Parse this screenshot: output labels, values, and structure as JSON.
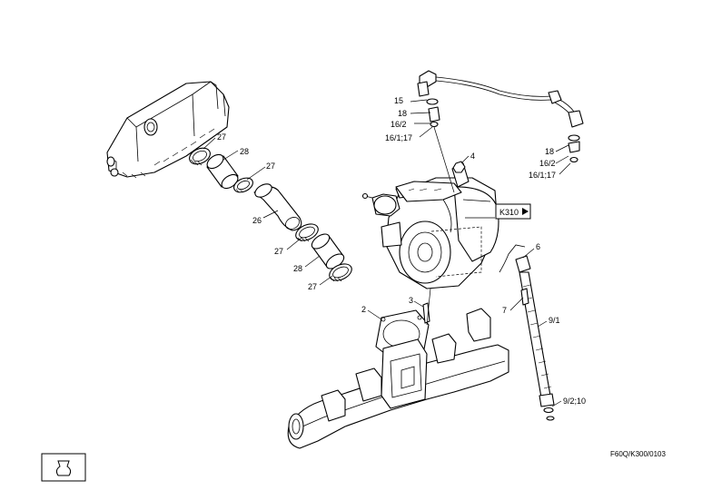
{
  "labels": {
    "l15": "15",
    "l18a": "18",
    "l16_2a": "16/2",
    "l16_1_17a": "16/1;17",
    "l18b": "18",
    "l16_2b": "16/2",
    "l16_1_17b": "16/1;17",
    "l4": "4",
    "l27a": "27",
    "l28a": "28",
    "l27b": "27",
    "l26": "26",
    "l27c": "27",
    "l28b": "28",
    "l27d": "27",
    "l6": "6",
    "l7": "7",
    "l9_1": "9/1",
    "l2": "2",
    "l3": "3",
    "l9_2_10": "9/2;10"
  },
  "reference_box": "K310",
  "drawing_code": "F60Q/K300/0103"
}
